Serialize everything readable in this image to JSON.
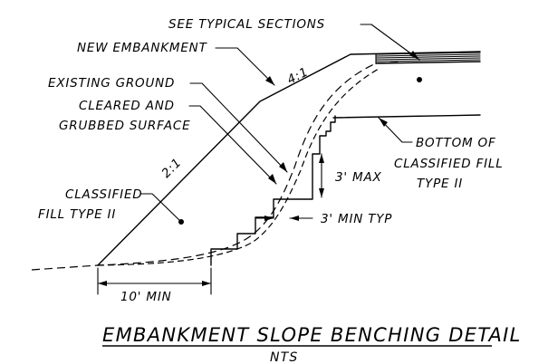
{
  "labels": {
    "see_typical_sections": "SEE TYPICAL SECTIONS",
    "new_embankment": "NEW EMBANKMENT",
    "slope_top": "4:1",
    "existing_ground": "EXISTING GROUND",
    "cleared_line1": "CLEARED AND",
    "cleared_line2": "GRUBBED SURFACE",
    "bottom_line1": "BOTTOM OF",
    "bottom_line2": "CLASSIFIED FILL",
    "bottom_line3": "TYPE II",
    "slope_left": "2:1",
    "three_max": "3' MAX",
    "classified_line1": "CLASSIFIED",
    "classified_line2": "FILL TYPE II",
    "three_min_typ": "3' MIN TYP",
    "ten_min": "10' MIN"
  },
  "title": "EMBANKMENT SLOPE BENCHING DETAIL",
  "subtitle": "NTS"
}
